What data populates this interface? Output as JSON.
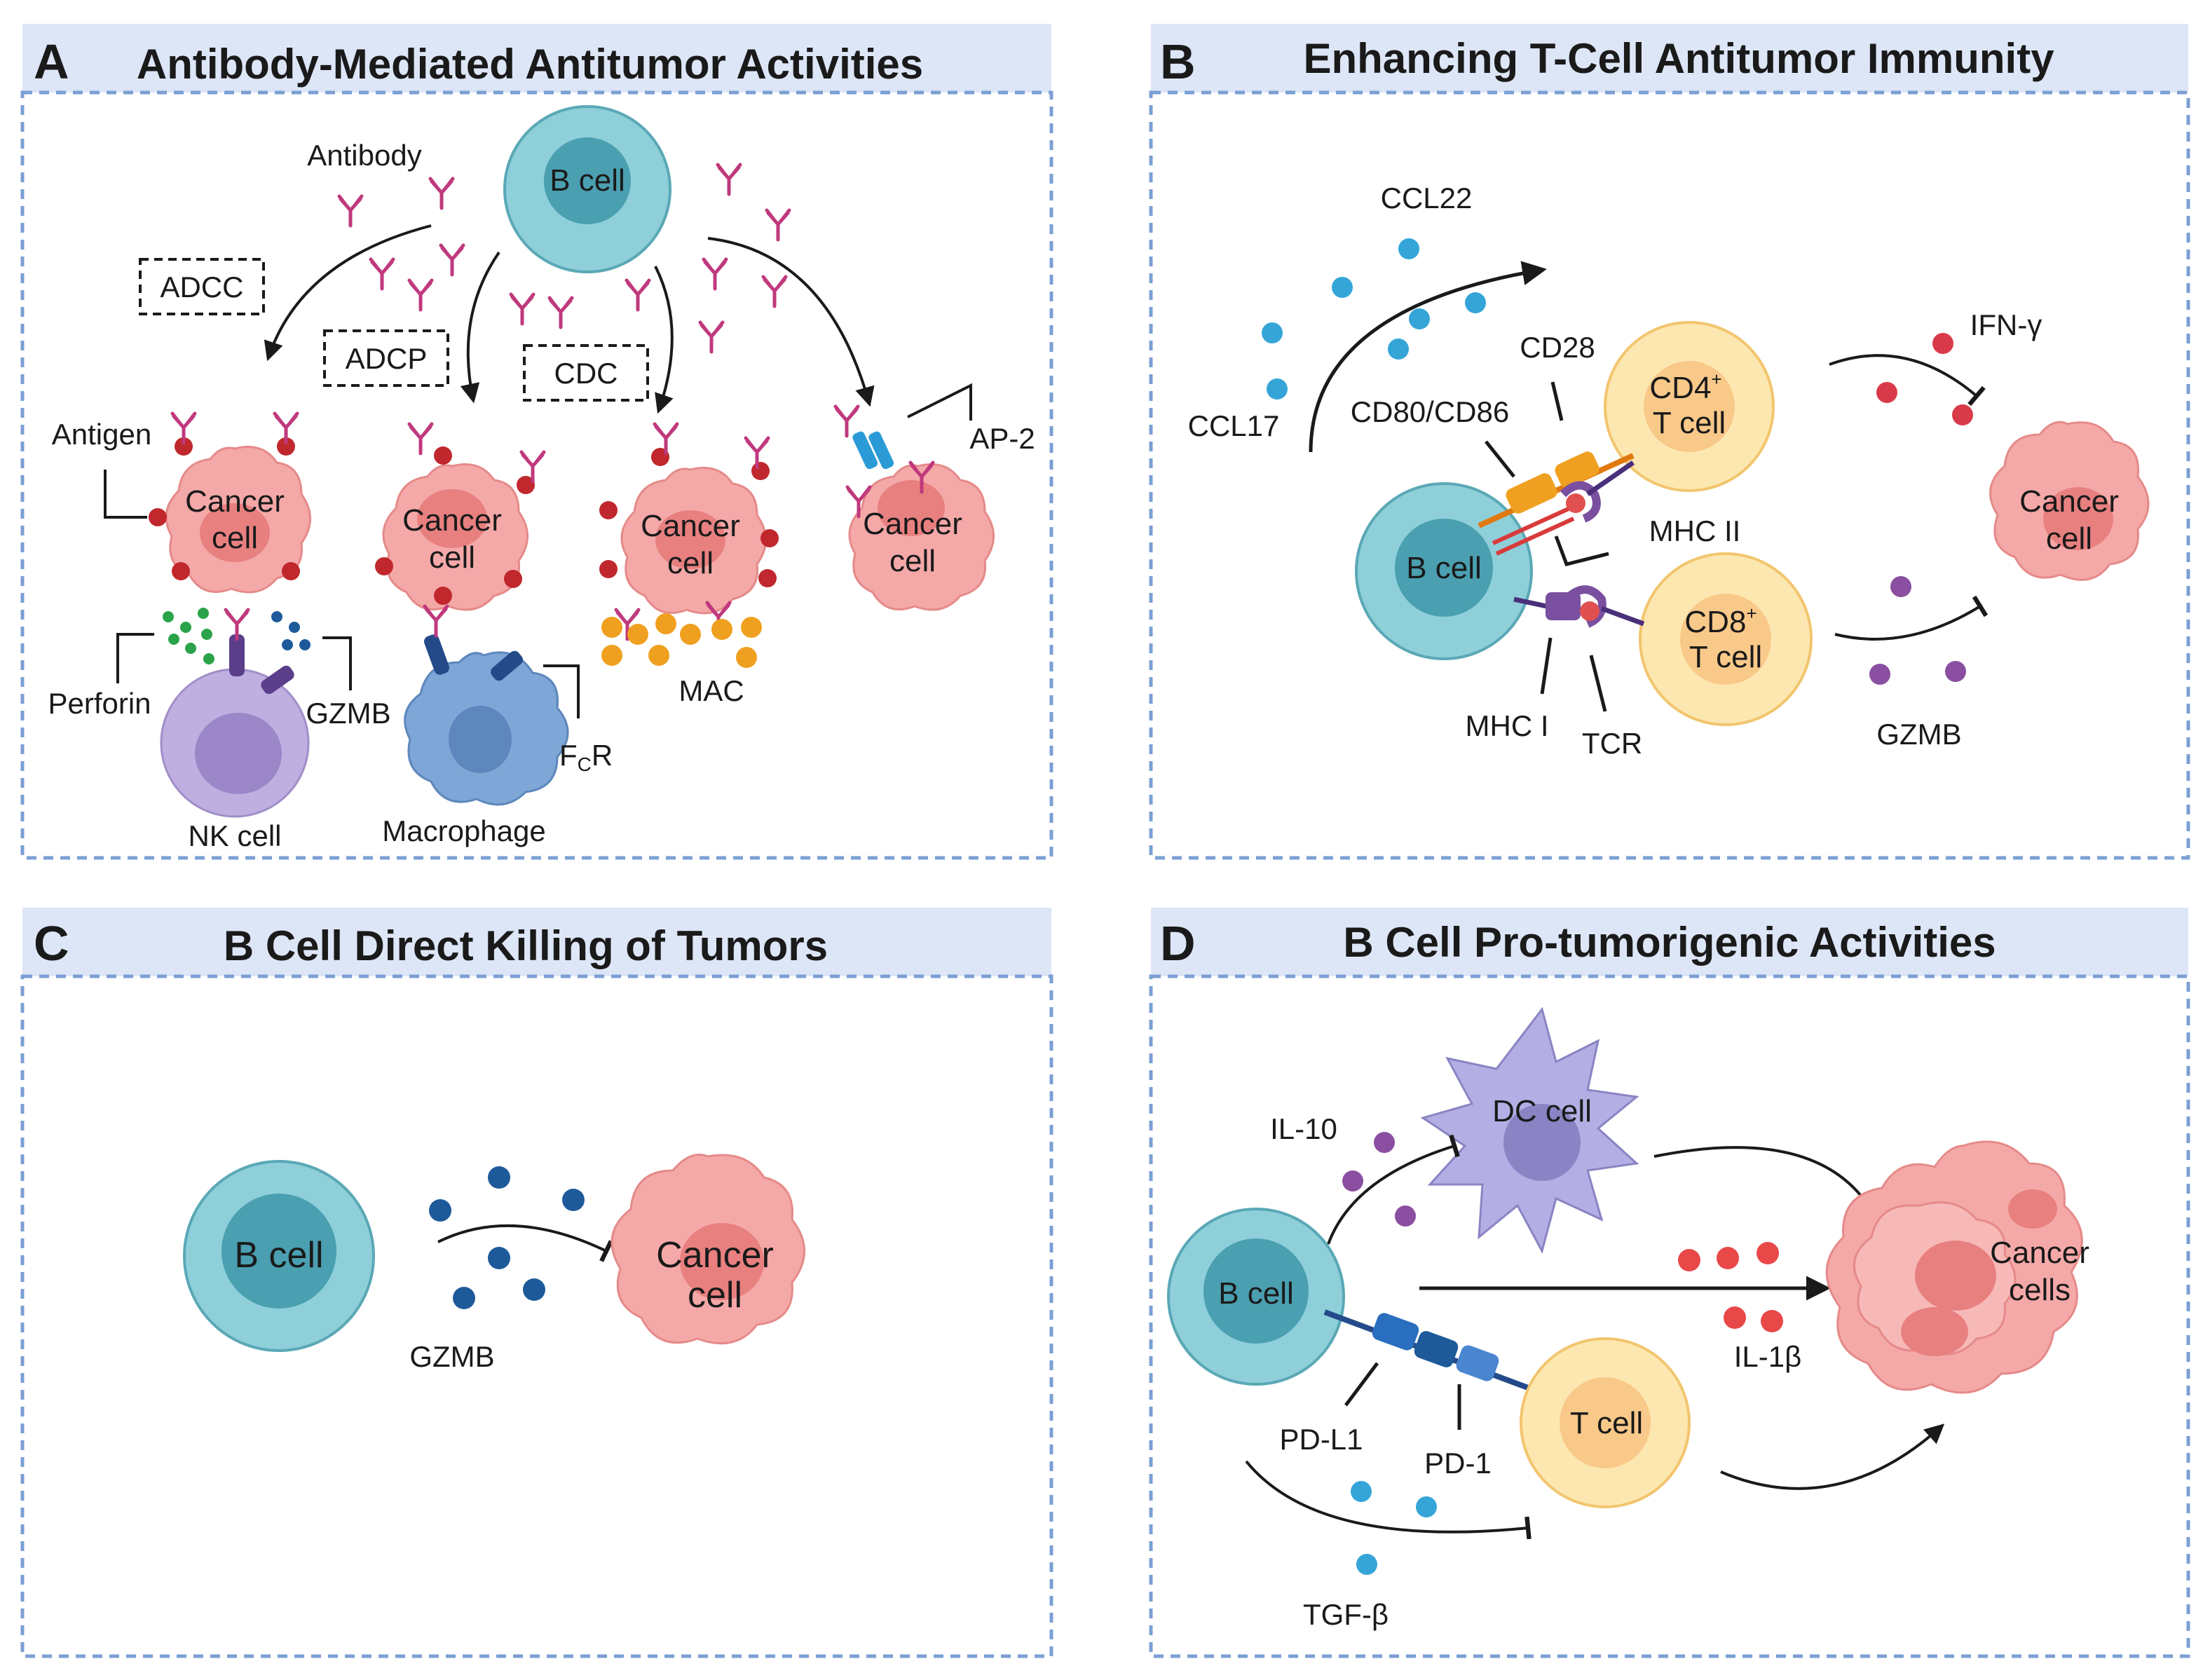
{
  "panels": {
    "a": {
      "letter": "A",
      "title": "Antibody-Mediated Antitumor Activities",
      "b_cell": "B cell",
      "antibody": "Antibody",
      "adcc": "ADCC",
      "adcp": "ADCP",
      "cdc": "CDC",
      "antigen": "Antigen",
      "cancer_l1": "Cancer",
      "cancer_l2": "cell",
      "perforin": "Perforin",
      "gzmb": "GZMB",
      "nk_cell": "NK cell",
      "macrophage": "Macrophage",
      "fcr_main": "F",
      "fcr_sub": "C",
      "fcr_end": "R",
      "mac": "MAC",
      "ap2": "AP-2"
    },
    "b": {
      "letter": "B",
      "title": "Enhancing T-Cell Antitumor Immunity",
      "ccl22": "CCL22",
      "ccl17": "CCL17",
      "cd28": "CD28",
      "cd80_86": "CD80/CD86",
      "cd4_main": "CD4",
      "cd4_sup": "+",
      "cd8_main": "CD8",
      "cd8_sup": "+",
      "t_cell": "T cell",
      "mhc2": "MHC II",
      "b_cell": "B cell",
      "mhc1": "MHC I",
      "tcr": "TCR",
      "ifng": "IFN-γ",
      "cancer_l1": "Cancer",
      "cancer_l2": "cell",
      "gzmb": "GZMB"
    },
    "c": {
      "letter": "C",
      "title": "B Cell Direct Killing of Tumors",
      "b_cell": "B cell",
      "gzmb": "GZMB",
      "cancer_l1": "Cancer",
      "cancer_l2": "cell"
    },
    "d": {
      "letter": "D",
      "title": "B Cell Pro-tumorigenic Activities",
      "il10": "IL-10",
      "dc_cell": "DC cell",
      "b_cell": "B cell",
      "cancer_l1": "Cancer",
      "cancer_l2": "cells",
      "il1b": "IL-1β",
      "pdl1": "PD-L1",
      "pd1": "PD-1",
      "t_cell": "T cell",
      "tgfb": "TGF-β"
    }
  },
  "colors": {
    "header_bg": "#dde6f7",
    "border": "#7b9fd4",
    "b_cell_outer": "#8ecfd9",
    "b_cell_inner": "#4a9fb0",
    "cancer": "#f4a9a8",
    "cancer_nucleus": "#e88080",
    "t_cell_outer": "#fde7b0",
    "t_cell_inner": "#f9c98a",
    "antibody": "#c0397d",
    "antigen": "#c0282d",
    "nk": "#bfaee0",
    "macrophage": "#7ea6d6",
    "dc": "#b3aee3",
    "gzmb_dark": "#1e5a9a",
    "cytokine_blue": "#35a5d8",
    "cytokine_red": "#d93a4a",
    "cytokine_purple": "#8a4fa0",
    "mac_orange": "#f0a020"
  }
}
